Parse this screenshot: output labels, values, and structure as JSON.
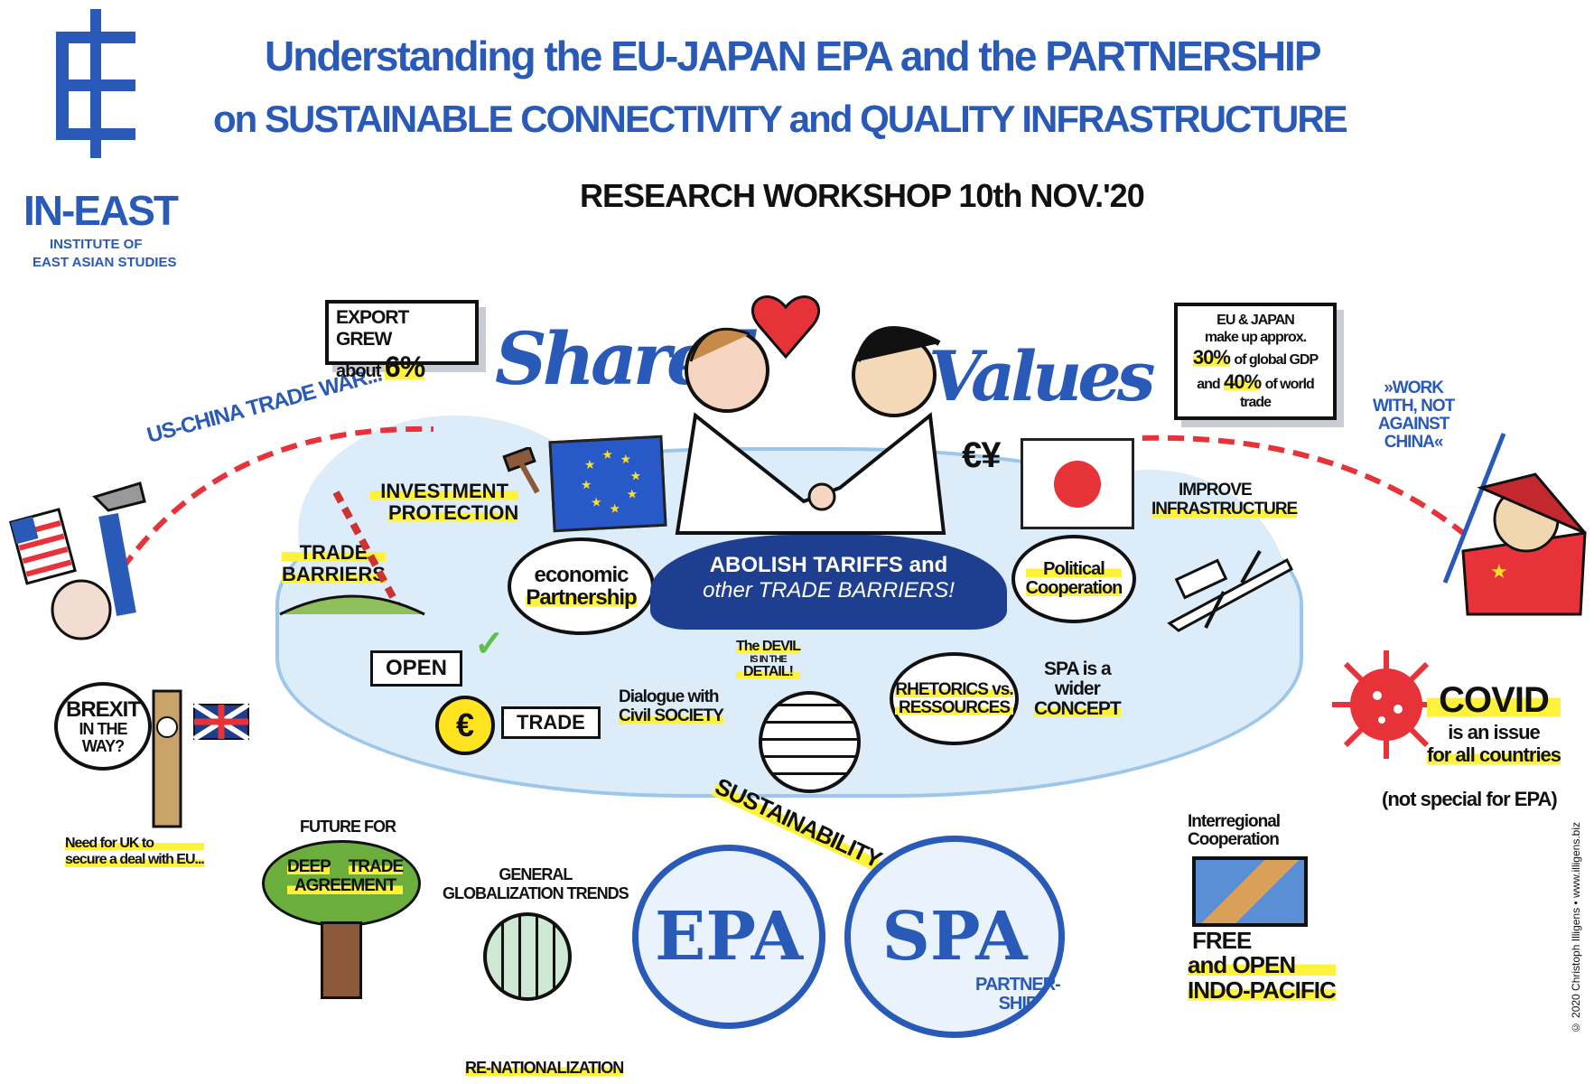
{
  "logo": {
    "name": "IN-EAST",
    "subtitle_1": "INSTITUTE OF",
    "subtitle_2": "EAST ASIAN STUDIES"
  },
  "title": {
    "line1": "Understanding the EU-JAPAN EPA and the PARTNERSHIP",
    "line2": "on SUSTAINABLE CONNECTIVITY and QUALITY INFRASTRUCTURE",
    "subtitle": "RESEARCH WORKSHOP 10th NOV.'20"
  },
  "export_box": {
    "line1": "EXPORT GREW",
    "line2_prefix": "about",
    "value": "6%"
  },
  "heading": {
    "left": "Shared",
    "right": "Values"
  },
  "eu_japan_box": {
    "line1": "EU & JAPAN",
    "line2": "make up approx.",
    "gdp_value": "30%",
    "gdp_text": "of global GDP",
    "and": "and",
    "trade_value": "40%",
    "trade_text": "of world trade"
  },
  "trade_war": "US-CHINA TRADE WAR...",
  "work_with": {
    "line1": "»WORK",
    "line2": "WITH, NOT",
    "line3": "AGAINST",
    "line4": "CHINA«"
  },
  "cloud_labels": {
    "investment_1": "INVESTMENT",
    "investment_2": "PROTECTION",
    "trade_barriers_1": "TRADE",
    "trade_barriers_2": "BARRIERS",
    "economic_1": "economic",
    "economic_2": "Partnership",
    "open": "OPEN",
    "trade": "TRADE",
    "euro_symbol": "€",
    "currency_symbols": "€¥",
    "dialogue_1": "Dialogue with",
    "dialogue_2": "Civil SOCIETY",
    "devil_1": "The DEVIL",
    "devil_2": "IS IN THE",
    "devil_3": "DETAIL!",
    "sustainability": "SUSTAINABILITY",
    "rhetorics_1": "RHETORICS vs.",
    "rhetorics_2": "RESSOURCES",
    "spa_1": "SPA is a",
    "spa_2": "wider",
    "spa_3": "CONCEPT",
    "political_1": "Political",
    "political_2": "Cooperation",
    "infra_1": "IMPROVE",
    "infra_2": "INFRASTRUCTURE"
  },
  "banner": {
    "line1": "ABOLISH TARIFFS and",
    "line2": "other TRADE BARRIERS!"
  },
  "brexit": {
    "line1": "BREXIT",
    "line2": "IN THE",
    "line3": "WAY?",
    "note_1": "Need for UK to",
    "note_2": "secure a deal with EU..."
  },
  "covid": {
    "title": "COVID",
    "line1": "is an issue",
    "line2": "for all countries",
    "line3": "(not special for EPA)"
  },
  "bottom": {
    "future_1": "FUTURE FOR",
    "deep_1": "DEEP",
    "deep_2": "TRADE",
    "deep_3": "AGREEMENT",
    "general_1": "GENERAL",
    "general_2": "GLOBALIZATION TRENDS",
    "renational": "RE-NATIONALIZATION",
    "epa": "EPA",
    "spa": "SPA",
    "partnership_1": "PARTNER-",
    "partnership_2": "SHIP",
    "interregional_1": "Interregional",
    "interregional_2": "Cooperation",
    "free_1": "FREE",
    "free_2": "and OPEN",
    "free_3": "INDO-PACIFIC"
  },
  "copyright": "© 2020 Christoph Illigens • www.illigens.biz",
  "colors": {
    "blue": "#2a5ab8",
    "yellow": "#fff23a",
    "red": "#e8323a",
    "cloud": "#dcecf8"
  }
}
